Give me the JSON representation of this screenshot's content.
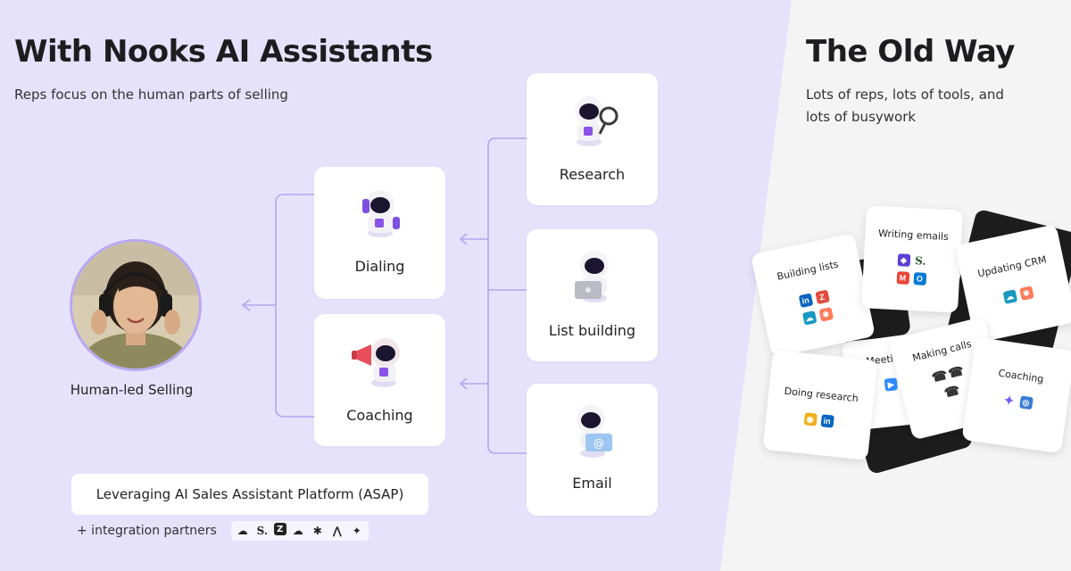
{
  "left": {
    "title": "With Nooks AI Assistants",
    "subtitle": "Reps focus on the human parts of selling",
    "human_label": "Human-led Selling",
    "human_cards": [
      {
        "label": "Dialing",
        "icon": "robot-phone-icon"
      },
      {
        "label": "Coaching",
        "icon": "robot-megaphone-icon"
      }
    ],
    "assistant_cards": [
      {
        "label": "Research",
        "icon": "robot-magnifier-icon"
      },
      {
        "label": "List building",
        "icon": "robot-laptop-icon"
      },
      {
        "label": "Email",
        "icon": "robot-envelope-icon"
      }
    ],
    "platform_label": "Leveraging AI Sales Assistant Platform (ASAP)",
    "partners_label": "+ integration partners",
    "partner_logos": [
      "cloud-logo",
      "outreach-s-logo",
      "zoominfo-logo",
      "salesforce-logo",
      "hubspot-logo",
      "apollo-logo",
      "gong-logo"
    ],
    "partner_glyphs": [
      "☁",
      "S.",
      "Z",
      "☁",
      "✱",
      "⋀",
      "✦"
    ]
  },
  "right": {
    "title": "The Old Way",
    "subtitle_line1": "Lots of reps, lots of tools, and",
    "subtitle_line2": "lots of busywork",
    "tool_cards": [
      {
        "label": "Building lists",
        "icons": [
          "in",
          "Z",
          "☁",
          "✱"
        ]
      },
      {
        "label": "Writing emails",
        "icons": [
          "◆",
          "S.",
          "M",
          "O"
        ]
      },
      {
        "label": "Updating CRM",
        "icons": [
          "☁",
          "✱"
        ]
      },
      {
        "label": "Meetings",
        "icons": [
          "▶"
        ]
      },
      {
        "label": "Making calls",
        "icons": [
          "☎",
          "☎",
          "☎"
        ]
      },
      {
        "label": "Doing research",
        "icons": [
          "◉",
          "in"
        ]
      },
      {
        "label": "Coaching",
        "icons": [
          "✦",
          "◎"
        ]
      }
    ]
  },
  "colors": {
    "left_bg": "#e6e2fb",
    "right_bg": "#f4f4f4",
    "accent": "#7b5cf0",
    "connector": "#b4a6ee",
    "dark_card": "#1d1d1d"
  }
}
